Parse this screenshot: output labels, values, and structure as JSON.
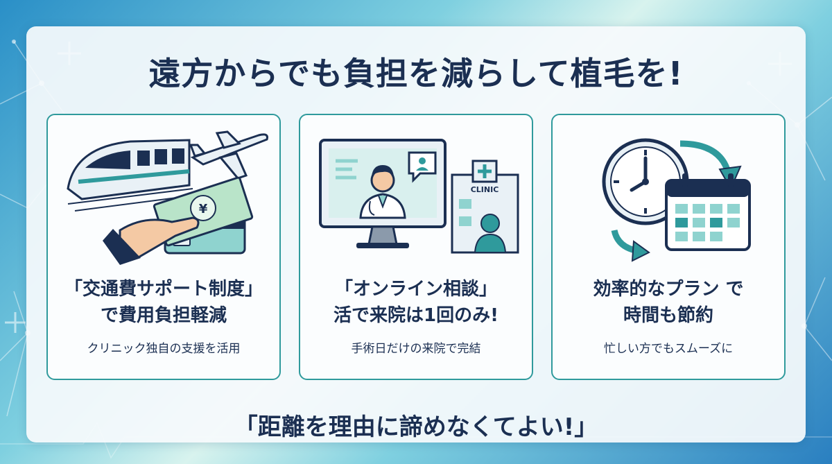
{
  "title": "遠方からでも負担を減らして植毛を!",
  "cards": [
    {
      "head_line1": "「交通費サポート制度」",
      "head_line2": "で費用負担軽減",
      "sub": "クリニック独自の支援を活用",
      "icons": [
        "train-icon",
        "airplane-icon",
        "hand-cash-icon",
        "credit-card-icon"
      ]
    },
    {
      "head_line1": "「オンライン相談」",
      "head_line2": "活で来院は1回のみ!",
      "sub": "手術日だけの来院で完結",
      "clinic_sign": "CLINIC",
      "icons": [
        "monitor-doctor-icon",
        "chat-bubble-icon",
        "clinic-building-icon"
      ]
    },
    {
      "head_line1": "効率的なプラン で",
      "head_line2": "時間も節約",
      "sub": "忙しい方でもスムーズに",
      "icons": [
        "clock-icon",
        "calendar-icon",
        "cycle-arrows-icon"
      ]
    }
  ],
  "footer": "「距離を理由に諦めなくてよい!」",
  "colors": {
    "navy": "#1b2f52",
    "teal": "#2f9a9c",
    "light_teal": "#8fd3cf",
    "card_border": "#2f9a9c",
    "background_blue": "#2a8fc7"
  }
}
